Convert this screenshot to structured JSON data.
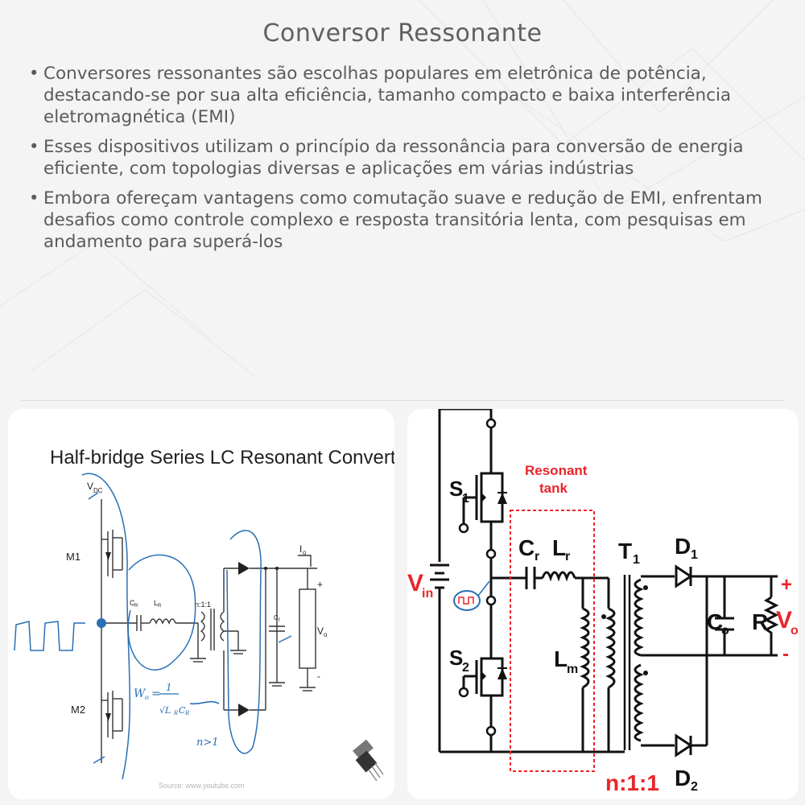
{
  "page": {
    "title": "Conversor Ressonante",
    "bullets": [
      "Conversores ressonantes são escolhas populares em eletrônica de potência, destacando-se por sua alta eficiência, tamanho compacto e baixa interferência eletromagnética (EMI)",
      "Esses dispositivos utilizam o princípio da ressonância para conversão de energia eficiente, com topologias diversas e aplicações em várias indústrias",
      "Embora ofereçam vantagens como comutação suave e redução de EMI, enfrentam desafios como controle complexo e resposta transitória lenta, com pesquisas em andamento para superá-los"
    ]
  },
  "left_figure": {
    "heading": "Half-bridge Series LC Resonant Converter",
    "labels": {
      "vdc": "V",
      "vdc_sub": "DC",
      "m1": "M1",
      "m2": "M2",
      "cr": "C",
      "cr_sub": "R",
      "lr": "L",
      "lr_sub": "R",
      "ratio": "n:1:1",
      "io": "I",
      "io_sub": "o",
      "cf": "C",
      "cf_sub": "f",
      "vo": "V",
      "vo_sub": "o",
      "plus": "+",
      "minus": "-",
      "omega_left": "W",
      "omega_sub": "o",
      "omega_eq": "=",
      "omega_num": "1",
      "omega_den": "√L",
      "omega_den_l": "R",
      "omega_den_c": "C",
      "omega_den_c_sub": "R",
      "n_note": "n>1"
    },
    "source": "Source: www.youtube.com"
  },
  "right_figure": {
    "labels": {
      "s1": "S",
      "s1_sub": "1",
      "s2": "S",
      "s2_sub": "2",
      "vin": "V",
      "vin_sub": "in",
      "resonant_tank_line1": "Resonant",
      "resonant_tank_line2": "tank",
      "cr": "C",
      "cr_sub": "r",
      "lr": "L",
      "lr_sub": "r",
      "lm": "L",
      "lm_sub": "m",
      "t1": "T",
      "t1_sub": "1",
      "d1": "D",
      "d1_sub": "1",
      "d2": "D",
      "d2_sub": "2",
      "co": "C",
      "co_sub": "o",
      "r": "R",
      "vo": "V",
      "vo_sub": "o",
      "plus": "+",
      "minus": "-",
      "ratio": "n:1:1"
    },
    "colors": {
      "accent_red": "#e8262a",
      "line": "#111111",
      "sketch_blue": "#2a6fb5"
    }
  }
}
